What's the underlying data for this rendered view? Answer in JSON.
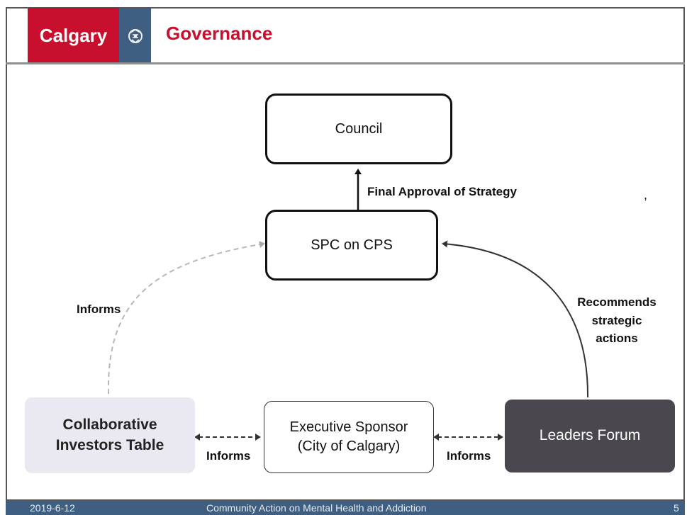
{
  "header": {
    "logo_text": "Calgary",
    "title": "Governance"
  },
  "diagram": {
    "nodes": {
      "council": "Council",
      "spc": "SPC on CPS",
      "collab": "Collaborative\nInvestors Table",
      "exec": "Executive Sponsor\n(City of Calgary)",
      "leaders": "Leaders Forum"
    },
    "edges": {
      "final_approval": "Final Approval of Strategy",
      "informs_left": "Informs",
      "recommends": "Recommends\nstrategic\nactions",
      "informs_bottom_left": "Informs",
      "informs_bottom_right": "Informs"
    },
    "stray_mark": ","
  },
  "footer": {
    "date": "2019-6-12",
    "center": "Community Action on Mental Health and Addiction",
    "page": "5"
  },
  "colors": {
    "brand_red": "#c8102e",
    "brand_blue": "#3f5f82",
    "leaders_fill": "#4a484e",
    "collab_fill": "#eae8f1"
  }
}
